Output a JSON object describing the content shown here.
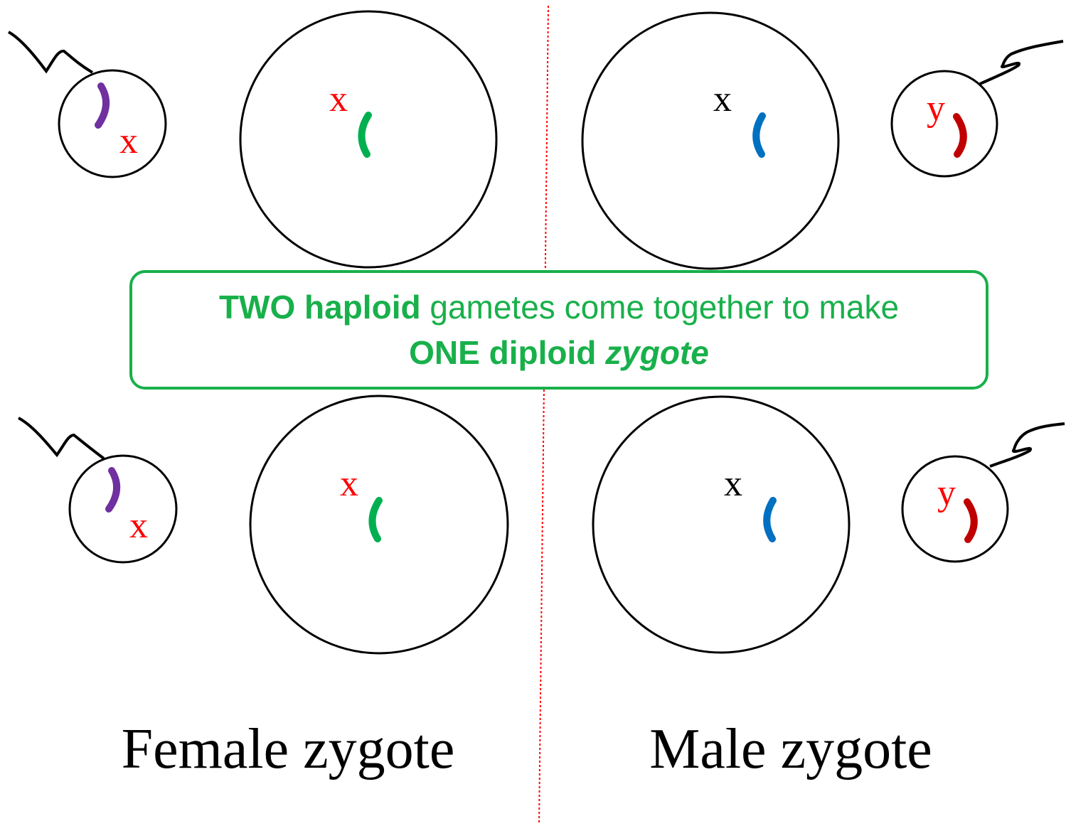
{
  "colors": {
    "accent_green": "#18b04a",
    "label_red": "#ff0000",
    "label_black": "#000000",
    "chrom_purple": "#7030a0",
    "chrom_green": "#00b050",
    "chrom_blue": "#0070c0",
    "chrom_red": "#c00000",
    "divider": "#ff0000"
  },
  "labels": {
    "sperm_x_top": "x",
    "egg_x_top_female": "x",
    "egg_x_top_male": "x",
    "sperm_y_top": "y",
    "sperm_x_bottom": "x",
    "egg_x_bottom_female": "x",
    "egg_x_bottom_male": "x",
    "sperm_y_bottom": "y"
  },
  "callout": {
    "line1_bold": "TWO haploid",
    "line1_rest": " gametes come together to make",
    "line2_bold": "ONE diploid ",
    "line2_italic": "zygote"
  },
  "captions": {
    "female": "Female zygote",
    "male": "Male zygote"
  }
}
